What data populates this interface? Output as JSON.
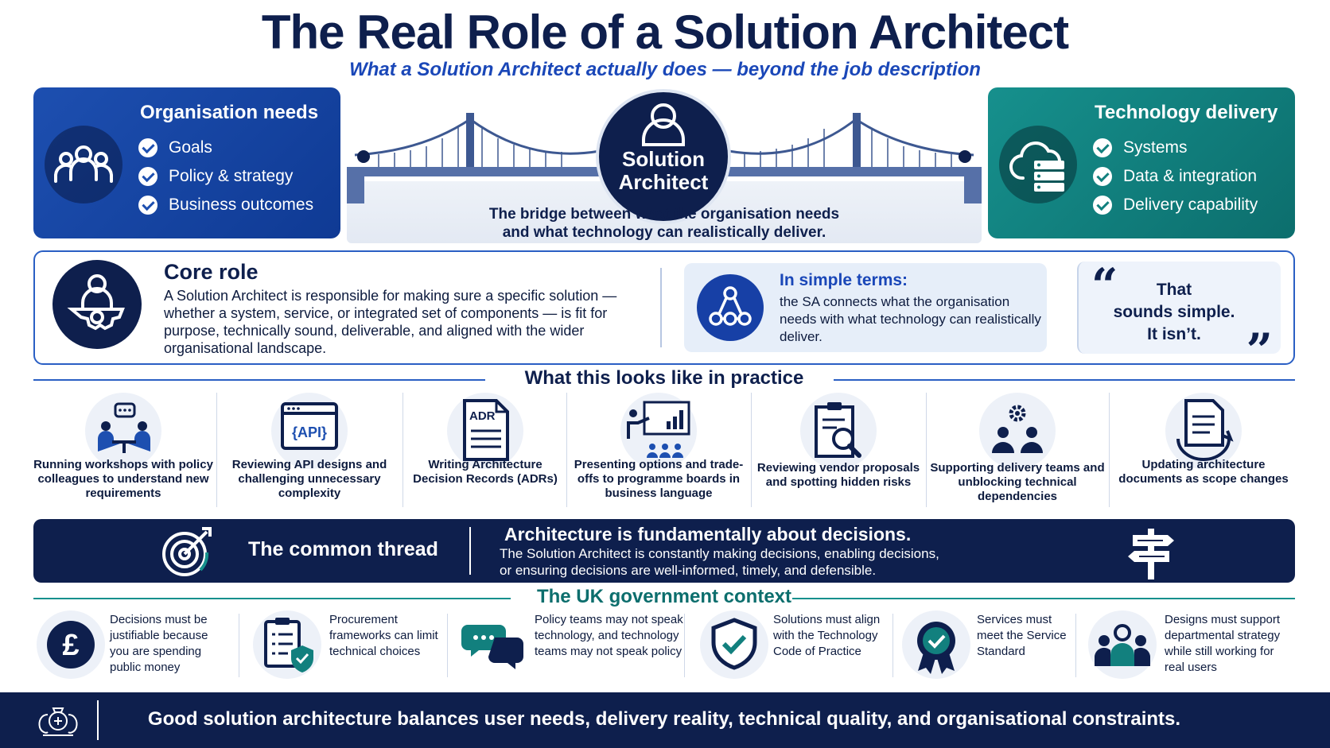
{
  "header": {
    "title": "The Real Role of a Solution Architect",
    "subtitle": "What a Solution Architect actually does — beyond the job description"
  },
  "organisation_needs": {
    "title": "Organisation needs",
    "items": [
      "Goals",
      "Policy & strategy",
      "Business outcomes"
    ]
  },
  "technology_delivery": {
    "title": "Technology delivery",
    "items": [
      "Systems",
      "Data & integration",
      "Delivery capability"
    ]
  },
  "bridge": {
    "center_label_line1": "Solution",
    "center_label_line2": "Architect",
    "caption_line1": "The bridge between what the organisation needs",
    "caption_line2": "and what technology can realistically deliver."
  },
  "core_role": {
    "title": "Core role",
    "text": "A Solution Architect is responsible for making sure a specific solution — whether a system, service, or integrated set of components — is fit for purpose, technically sound, deliverable, and aligned with the wider organisational landscape."
  },
  "simple_terms": {
    "title": "In simple terms:",
    "text": "the SA connects what the organisation needs with what technology can realistically deliver."
  },
  "quote": {
    "open_mark": "“",
    "close_mark": "”",
    "line1": "That",
    "line2": "sounds simple.",
    "line3": "It isn’t."
  },
  "practice": {
    "heading": "What this looks like in practice",
    "items": [
      {
        "label": "Running workshops with policy colleagues to understand new requirements",
        "icon": "workshop-icon"
      },
      {
        "label": "Reviewing API designs and challenging unnecessary complexity",
        "icon": "api-icon",
        "badge": "{API}"
      },
      {
        "label": "Writing Architecture Decision Records (ADRs)",
        "icon": "adr-document-icon",
        "badge": "ADR"
      },
      {
        "label": "Presenting options and trade-offs to programme boards in business language",
        "icon": "presentation-icon"
      },
      {
        "label": "Reviewing vendor proposals and spotting hidden risks",
        "icon": "document-search-icon"
      },
      {
        "label": "Supporting delivery teams and unblocking technical dependencies",
        "icon": "team-gear-icon"
      },
      {
        "label": "Updating architecture documents as scope changes",
        "icon": "document-refresh-icon"
      }
    ]
  },
  "common_thread": {
    "label": "The common thread",
    "heading": "Architecture is fundamentally about decisions.",
    "text_line1": "The Solution Architect is constantly making decisions, enabling decisions,",
    "text_line2": "or ensuring decisions are well-informed, timely, and defensible."
  },
  "uk_context": {
    "heading": "The UK government context",
    "items": [
      {
        "label": "Decisions must be justifiable because you are spending public money",
        "icon": "pound-icon"
      },
      {
        "label": "Procurement frameworks can limit technical choices",
        "icon": "checklist-shield-icon"
      },
      {
        "label": "Policy teams may not speak technology, and technology teams may not speak policy",
        "icon": "speech-bubbles-icon"
      },
      {
        "label": "Solutions must align with the Technology Code of Practice",
        "icon": "shield-check-icon"
      },
      {
        "label": "Services must meet the Service Standard",
        "icon": "award-badge-icon"
      },
      {
        "label": "Designs must support departmental strategy while still working for real users",
        "icon": "users-icon"
      }
    ]
  },
  "footer": {
    "text": "Good solution architecture balances user needs, delivery reality, technical quality, and organisational constraints."
  },
  "colors": {
    "navy": "#0e1f4d",
    "blue": "#1d4fb0",
    "accent_blue": "#1a47b8",
    "teal": "#12807e"
  }
}
